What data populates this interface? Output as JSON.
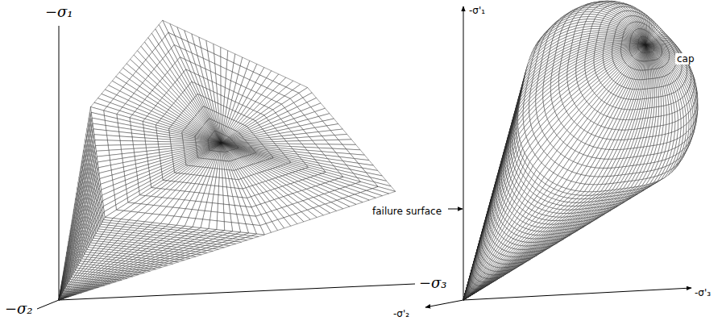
{
  "diagram": {
    "labels": [
      "−σ₁",
      "−σ₂",
      "−σ₃",
      "-σ'₁",
      "cap",
      "failure surface",
      "-σ'₂",
      "-σ'₃"
    ]
  }
}
